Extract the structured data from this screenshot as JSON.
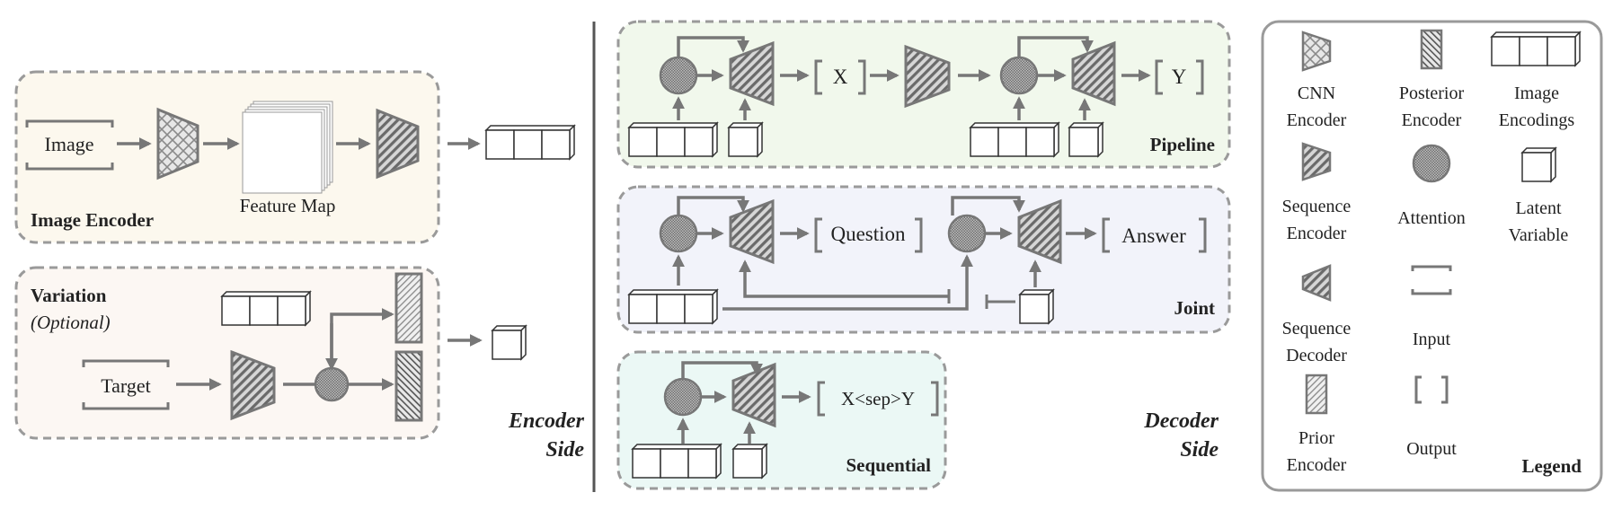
{
  "encoder": {
    "image_encoder": {
      "title": "Image Encoder",
      "image_label": "Image",
      "feature_map_label": "Feature Map"
    },
    "variation": {
      "title": "Variation",
      "subtitle": "(Optional)",
      "target_label": "Target"
    },
    "side_line1": "Encoder",
    "side_line2": "Side"
  },
  "decoder": {
    "pipeline": {
      "title": "Pipeline",
      "output_x": "X",
      "output_y": "Y"
    },
    "joint": {
      "title": "Joint",
      "output_question": "Question",
      "output_answer": "Answer"
    },
    "sequential": {
      "title": "Sequential",
      "output": "X<sep>Y"
    },
    "side_line1": "Decoder",
    "side_line2": "Side"
  },
  "legend": {
    "title": "Legend",
    "cnn_encoder": [
      "CNN",
      "Encoder"
    ],
    "posterior_encoder": [
      "Posterior",
      "Encoder"
    ],
    "image_encodings": [
      "Image",
      "Encodings"
    ],
    "sequence_encoder": [
      "Sequence",
      "Encoder"
    ],
    "attention": "Attention",
    "latent_variable": [
      "Latent",
      "Variable"
    ],
    "sequence_decoder": [
      "Sequence",
      "Decoder"
    ],
    "input": "Input",
    "prior_encoder": [
      "Prior",
      "Encoder"
    ],
    "output": "Output"
  },
  "colors": {
    "image_encoder_bg": "#fcf8ee",
    "variation_bg": "#fcf7f3",
    "pipeline_bg": "#f1f8ec",
    "joint_bg": "#f2f3fa",
    "sequential_bg": "#ebf8f5",
    "legend_bg": "#ffffff",
    "gray": "#777777",
    "dashed_border": "#9a9a9a"
  }
}
